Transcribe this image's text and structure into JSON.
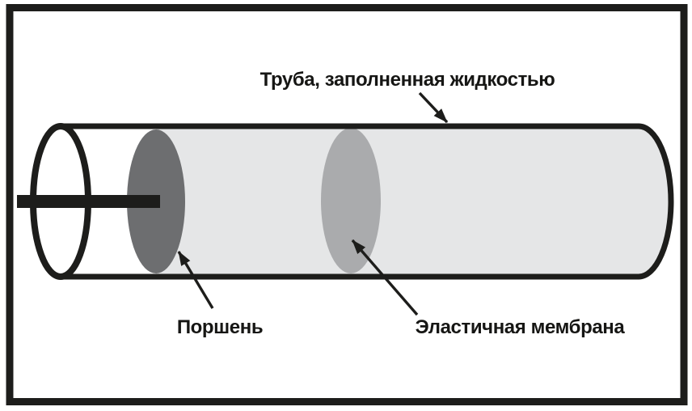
{
  "labels": {
    "tube": "Труба, заполненная жидкостью",
    "piston": "Поршень",
    "membrane": "Эластичная мембрана"
  },
  "colors": {
    "ink": "#1d1d1b",
    "liquid_fill": "#e5e6e7",
    "piston_fill": "#6d6e70",
    "membrane_fill": "#aaabad",
    "background": "#ffffff"
  }
}
